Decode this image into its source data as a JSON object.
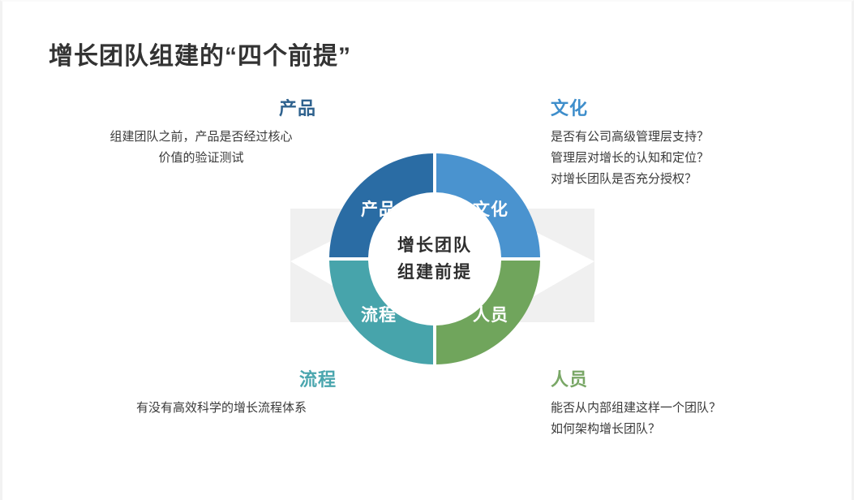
{
  "page": {
    "title": "增长团队组建的“四个前提”"
  },
  "donut": {
    "center_line1": "增长团队",
    "center_line2": "组建前提",
    "segments": [
      {
        "key": "product",
        "label": "产品",
        "color": "#2a6ca4",
        "position": "top-left"
      },
      {
        "key": "culture",
        "label": "文化",
        "color": "#4a93cf",
        "position": "top-right"
      },
      {
        "key": "process",
        "label": "流程",
        "color": "#47a4ab",
        "position": "bottom-left"
      },
      {
        "key": "people",
        "label": "人员",
        "color": "#70a55c",
        "position": "bottom-right"
      }
    ]
  },
  "blocks": {
    "product": {
      "heading": "产品",
      "heading_color": "#2f628e",
      "lines": [
        "组建团队之前，产品是否经过核心",
        "价值的验证测试"
      ]
    },
    "culture": {
      "heading": "文化",
      "heading_color": "#3e8ecb",
      "lines": [
        "是否有公司高级管理层支持？",
        "管理层对增长的认知和定位？",
        "对增长团队是否充分授权？"
      ]
    },
    "process": {
      "heading": "流程",
      "heading_color": "#4aa6ae",
      "lines": [
        "有没有高效科学的增长流程体系"
      ]
    },
    "people": {
      "heading": "人员",
      "heading_color": "#79a766",
      "lines": [
        "能否从内部组建这样一个团队？",
        "如何架构增长团队？"
      ]
    }
  },
  "decor": {
    "triangle_color": "#f0f0f0",
    "background_color": "#ffffff"
  }
}
